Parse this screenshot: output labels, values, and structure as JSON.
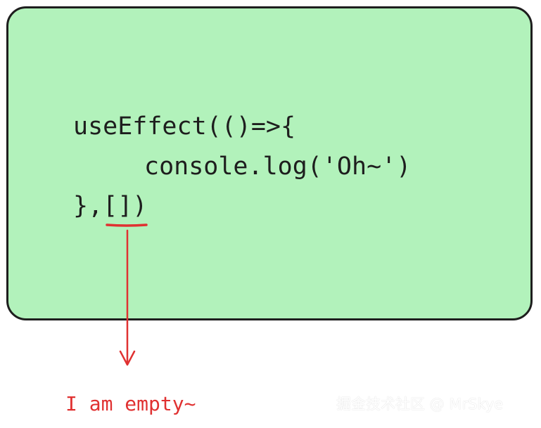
{
  "code": {
    "line1": "useEffect(()=>{",
    "line2": "console.log('Oh~')",
    "line3": "},[])"
  },
  "annotation": {
    "text": "I am empty~",
    "color": "#e03131"
  },
  "watermark": {
    "text": "掘金技术社区 @ MrSkye"
  },
  "colors": {
    "card_background": "#b2f2bb",
    "card_border": "#1e1e1e",
    "code_text": "#1e1e1e"
  }
}
